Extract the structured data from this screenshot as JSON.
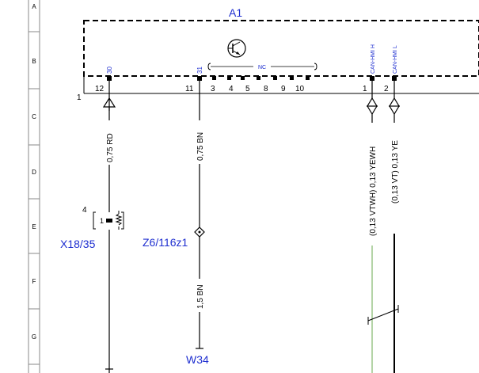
{
  "rows": [
    "A",
    "B",
    "C",
    "D",
    "E",
    "F",
    "G"
  ],
  "colors": {
    "ink": "#000000",
    "label": "#1f2fd0",
    "frame": "#888888",
    "wire_green": "#6aa84f"
  },
  "module": {
    "label": "A1",
    "icon": "transistor-symbol-icon",
    "pin_signals": {
      "p12": "30",
      "p11": "31",
      "nc": "NC",
      "can_h": "CAN-HMI H",
      "can_l": "CAN-HMI L"
    },
    "connector_id": "1",
    "pin_numbers": {
      "p12": "12",
      "p11": "11",
      "p3": "3",
      "p4": "4",
      "p5": "5",
      "p8": "8",
      "p9": "9",
      "p10": "10",
      "p1": "1",
      "p2": "2"
    }
  },
  "wires": {
    "w12": "0,75 RD",
    "w11a": "0,75 BN",
    "w11b": "1,5 BN",
    "can_h": "(0,13 VTWH) 0,13 YEWH",
    "can_l": "(0,13 VT) 0,13 YE"
  },
  "components": {
    "x18": {
      "label": "X18/35",
      "pin_outer": "4",
      "pin_inner": "1"
    },
    "z6": {
      "label": "Z6/116z1"
    },
    "w34": {
      "label": "W34"
    }
  }
}
